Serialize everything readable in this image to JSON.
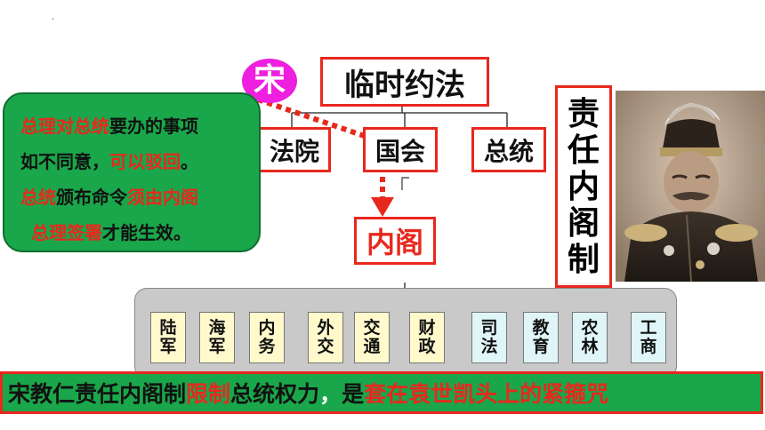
{
  "top_mark": ".",
  "song_badge": "宋",
  "constitution": "临时约法",
  "branches": {
    "court": "法院",
    "parliament": "国会",
    "president": "总统"
  },
  "cabinet": "内阁",
  "vertical_label": [
    "责",
    "任",
    "内",
    "阁",
    "制"
  ],
  "green_note": {
    "line1": [
      {
        "t": "总理对总统",
        "red": true
      },
      {
        "t": "要办的事项",
        "red": false
      }
    ],
    "line2": [
      {
        "t": "如不同意，",
        "red": false
      },
      {
        "t": "可以驳回",
        "red": true
      },
      {
        "t": "。",
        "red": false
      }
    ],
    "line3": [
      {
        "t": "总统",
        "red": true
      },
      {
        "t": "颁布命令",
        "red": false
      },
      {
        "t": "须由内阁",
        "red": true
      }
    ],
    "line4": [
      {
        "t": "总理签署",
        "red": true
      },
      {
        "t": "才能生效。",
        "red": false
      }
    ]
  },
  "ministries": [
    {
      "c1": "陆",
      "c2": "军",
      "bg": "#fff9cc"
    },
    {
      "c1": "海",
      "c2": "军",
      "bg": "#fff9cc"
    },
    {
      "c1": "内",
      "c2": "务",
      "bg": "#fff9cc"
    },
    {
      "c1": "外",
      "c2": "交",
      "bg": "#fff9cc"
    },
    {
      "c1": "交",
      "c2": "通",
      "bg": "#fff9cc"
    },
    {
      "c1": "财",
      "c2": "政",
      "bg": "#fff9cc"
    },
    {
      "c1": "司",
      "c2": "法",
      "bg": "#dff5f7"
    },
    {
      "c1": "教",
      "c2": "育",
      "bg": "#dff5f7"
    },
    {
      "c1": "农",
      "c2": "林",
      "bg": "#dff5f7"
    },
    {
      "c1": "工",
      "c2": "商",
      "bg": "#dff5f7"
    }
  ],
  "bottom_banner": [
    {
      "t": "宋教仁责任内阁制",
      "color": "black"
    },
    {
      "t": "限制",
      "color": "red"
    },
    {
      "t": "总统权力",
      "color": "black"
    },
    {
      "t": "，",
      "color": "white"
    },
    {
      "t": "是",
      "color": "black"
    },
    {
      "t": "套在袁世凯头上的紧箍咒",
      "color": "red"
    }
  ],
  "colors": {
    "accent_red": "#e8281e",
    "note_green": "#1aa64a",
    "panel_gray": "#c9c9c9"
  }
}
